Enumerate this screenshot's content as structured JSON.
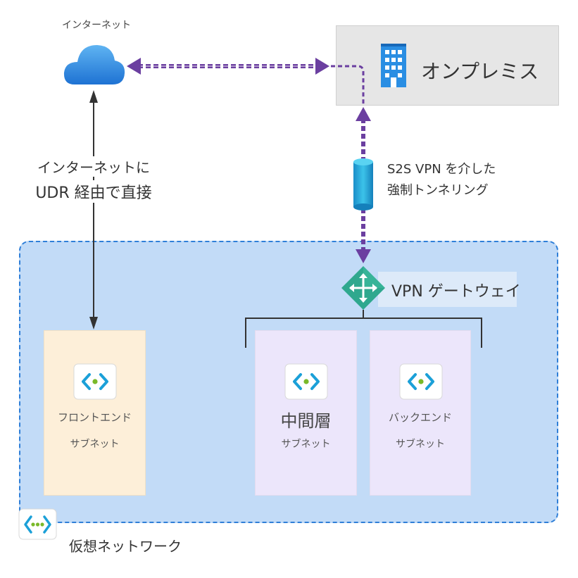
{
  "internet": {
    "label": "インターネット"
  },
  "onprem": {
    "label": "オンプレミス"
  },
  "direct_route": {
    "line1": "インターネットに",
    "line2": "UDR 経由で直接"
  },
  "forced_tunnel": {
    "line1": "S2S  VPN を介した",
    "line2": "強制トンネリング"
  },
  "vpn_gateway": {
    "label": "VPN  ゲートウェイ"
  },
  "subnets": {
    "frontend": {
      "name": "フロントエンド",
      "sub": "サブネット"
    },
    "middle": {
      "name": "中間層",
      "sub": "サブネット"
    },
    "backend": {
      "name": "バックエンド",
      "sub": "サブネット"
    }
  },
  "vnet": {
    "label": "仮想ネットワーク"
  },
  "colors": {
    "vnet_fill": "#c2dbf7",
    "vnet_border": "#2f7fd8",
    "tunnel_purple": "#6b3fa0",
    "frontend_fill": "#fdefd9",
    "tier_fill": "#ece6fb"
  }
}
